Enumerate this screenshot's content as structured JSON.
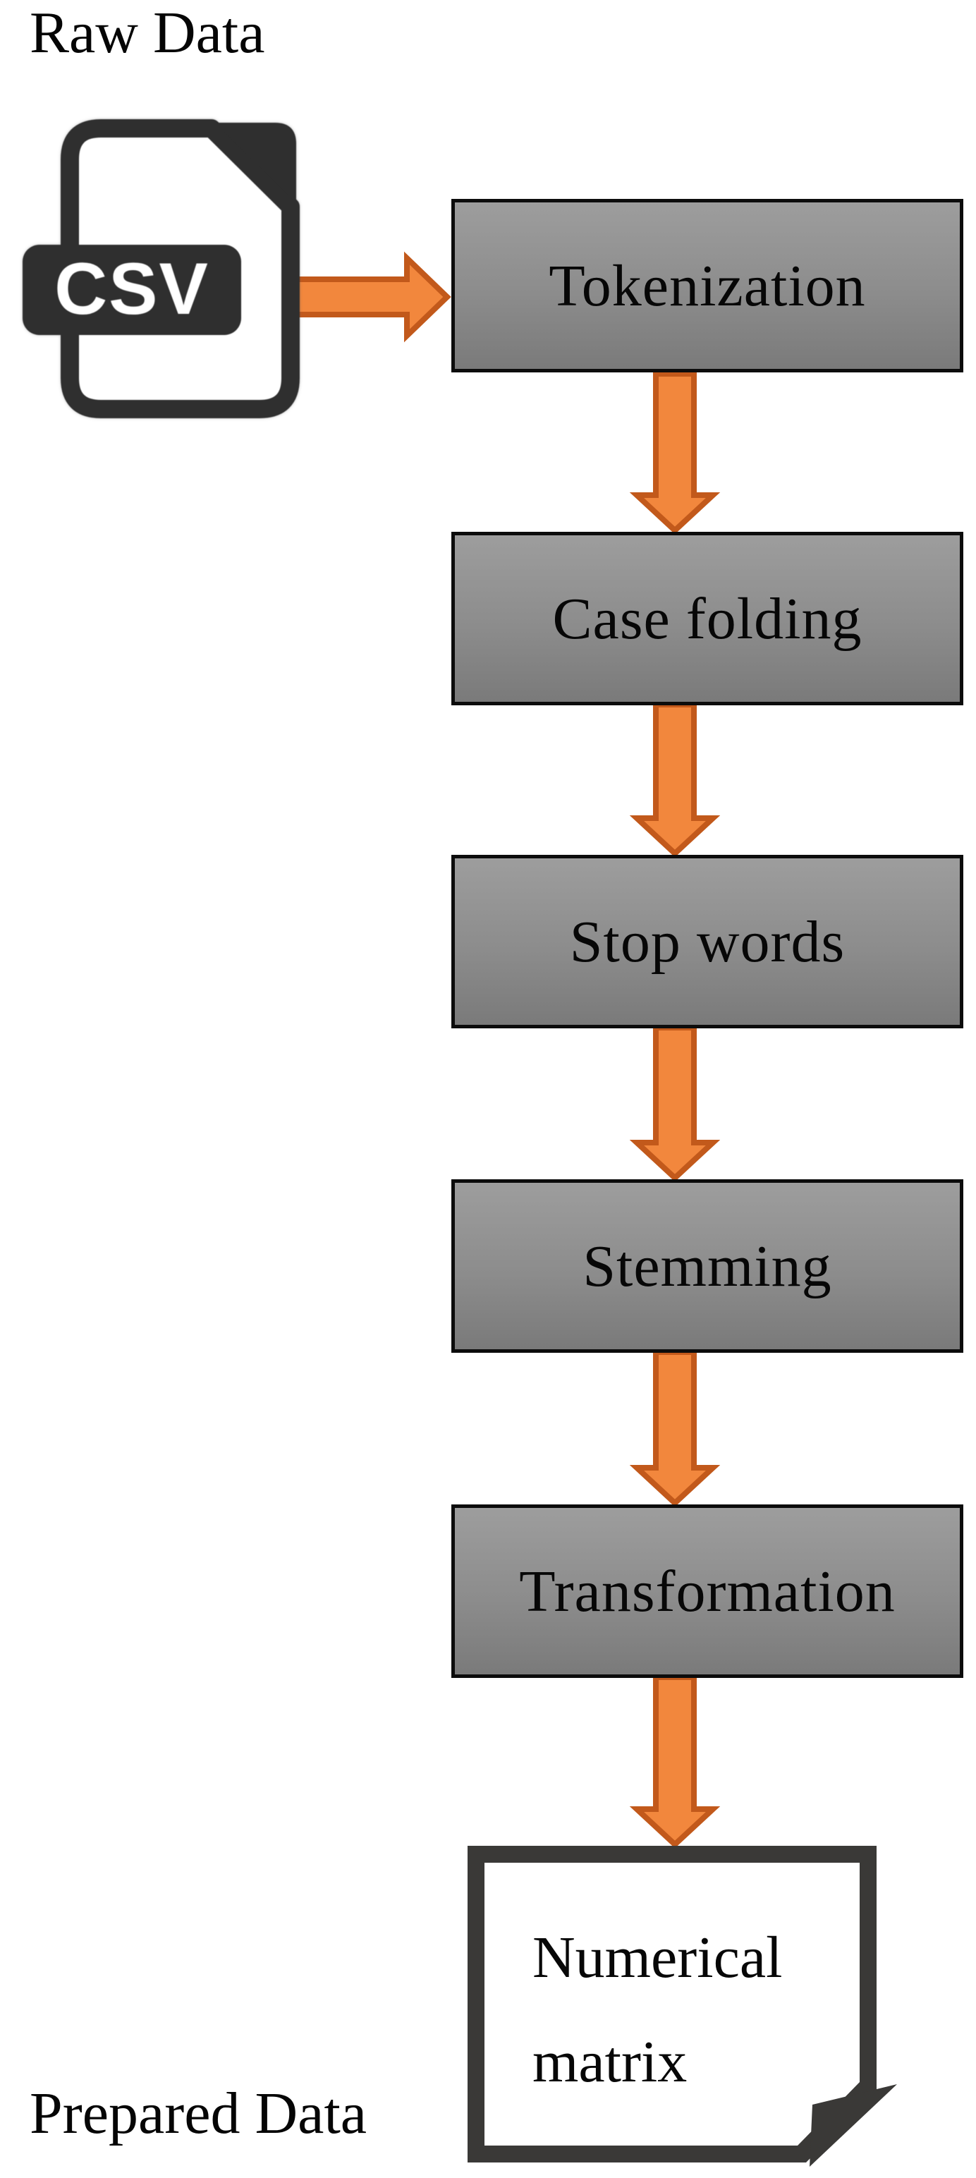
{
  "title_labels": {
    "raw_data": "Raw Data",
    "prepared_data": "Prepared Data"
  },
  "source": {
    "icon": "csv-file-icon",
    "icon_text": "CSV"
  },
  "steps": [
    {
      "label": "Tokenization"
    },
    {
      "label": "Case folding"
    },
    {
      "label": "Stop words"
    },
    {
      "label": "Stemming"
    },
    {
      "label": "Transformation"
    }
  ],
  "output_note": {
    "line1": "Numerical",
    "line2": "matrix"
  },
  "flow": {
    "type": "pipeline",
    "nodes": [
      "Raw Data (CSV file)",
      "Tokenization",
      "Case folding",
      "Stop words",
      "Stemming",
      "Transformation",
      "Numerical matrix (Prepared Data)"
    ],
    "edges": [
      [
        "Raw Data (CSV file)",
        "Tokenization"
      ],
      [
        "Tokenization",
        "Case folding"
      ],
      [
        "Case folding",
        "Stop words"
      ],
      [
        "Stop words",
        "Stemming"
      ],
      [
        "Stemming",
        "Transformation"
      ],
      [
        "Transformation",
        "Numerical matrix (Prepared Data)"
      ]
    ]
  },
  "colors": {
    "arrow_fill": "#F2873D",
    "arrow_stroke": "#C2591B",
    "box_gradient_top": "#9D9D9D",
    "box_gradient_bottom": "#7A7A7A",
    "box_border": "#0C0C0C",
    "icon_dark": "#2F2F2F",
    "note_border": "#3A3A3A",
    "text": "#070707"
  }
}
